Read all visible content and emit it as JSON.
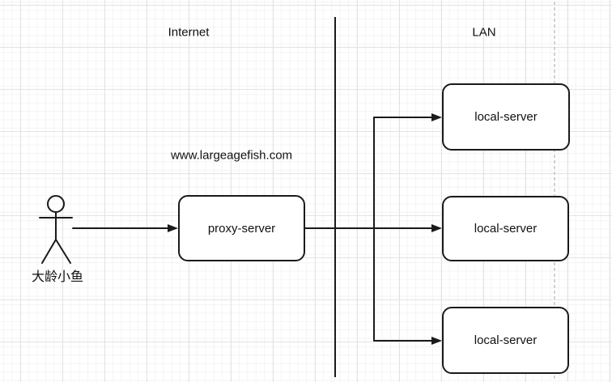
{
  "colors": {
    "stroke": "#1a1a1a",
    "text": "#111111",
    "box_fill": "#ffffff",
    "background": "#ffffff",
    "grid_minor": "#f4f4f4",
    "grid_major": "#e3e3e3",
    "dashed_line": "#b9b9b9"
  },
  "diagram": {
    "zones": {
      "left_label": "Internet",
      "right_label": "LAN"
    },
    "annotation": {
      "domain": "www.largeagefish.com"
    },
    "actor": {
      "label": "大龄小鱼"
    },
    "nodes": {
      "proxy": {
        "label": "proxy-server"
      },
      "locals": [
        {
          "label": "local-server"
        },
        {
          "label": "local-server"
        },
        {
          "label": "local-server"
        }
      ]
    },
    "icons": {
      "actor_figure": "stick-person-icon",
      "arrows": "right-arrow-connectors"
    }
  }
}
